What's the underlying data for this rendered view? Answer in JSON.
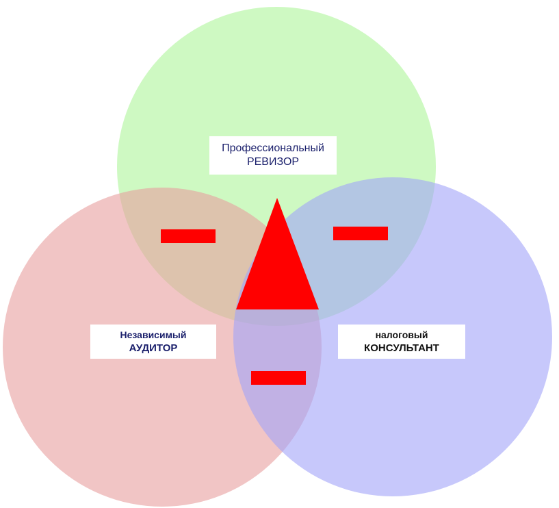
{
  "diagram": {
    "circles": [
      {
        "id": "top",
        "color": "#aef59a"
      },
      {
        "id": "left",
        "color": "#e89e9e"
      },
      {
        "id": "right",
        "color": "#a2a3f8"
      }
    ],
    "overlap_marker_color": "#ff0000",
    "center_marker_color": "#ff0000",
    "labels": {
      "top": {
        "line1": "Профессиональный",
        "line2": "РЕВИЗОР"
      },
      "left": {
        "line1": "Независимый",
        "line2": "АУДИТОР"
      },
      "right": {
        "line1": "налоговый",
        "line2": "КОНСУЛЬТАНТ"
      }
    }
  }
}
